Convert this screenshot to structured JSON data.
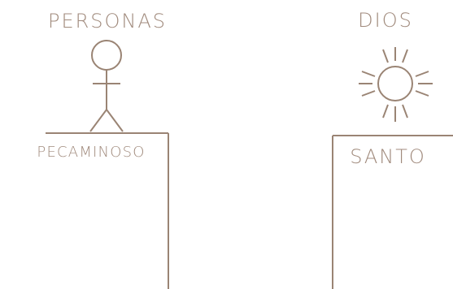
{
  "diagram": {
    "left": {
      "title": "PERSONAS",
      "subtitle": "PECAMINOSO",
      "icon": "stick-figure-icon"
    },
    "right": {
      "title": "DIOS",
      "subtitle": "SANTO",
      "icon": "sun-icon"
    },
    "line_color": "#9a8474",
    "text_color": "#a08a7c"
  }
}
